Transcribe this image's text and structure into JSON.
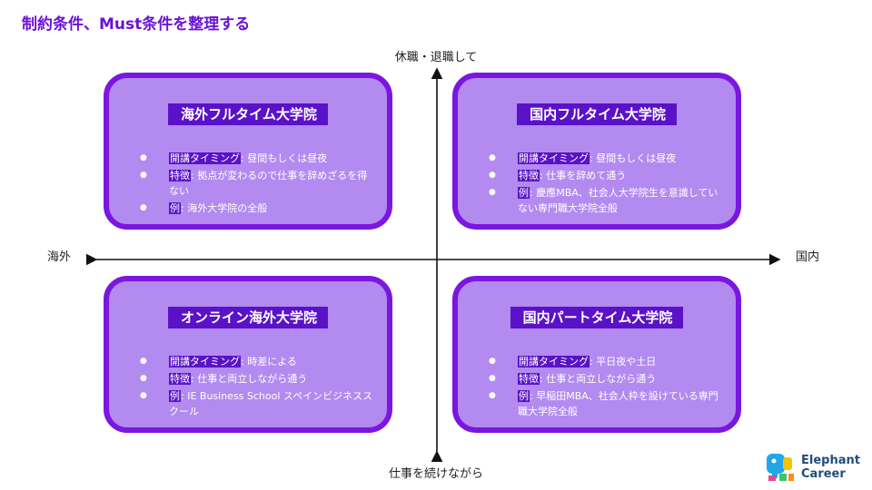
{
  "slide": {
    "title": "制約条件、Must条件を整理する"
  },
  "axes": {
    "top": "休職・退職して",
    "bottom": "仕事を続けながら",
    "left": "海外",
    "right": "国内"
  },
  "quadrants": {
    "top_left": {
      "title": "海外フルタイム大学院",
      "items": [
        {
          "label": "開講タイミング",
          "text": ": 昼間もしくは昼夜"
        },
        {
          "label": "特徴",
          "text": ": 拠点が変わるので仕事を辞めざるを得ない"
        },
        {
          "label": "例",
          "text": ": 海外大学院の全般"
        }
      ]
    },
    "top_right": {
      "title": "国内フルタイム大学院",
      "items": [
        {
          "label": "開講タイミング",
          "text": ": 昼間もしくは昼夜"
        },
        {
          "label": "特徴",
          "text": ": 仕事を辞めて通う"
        },
        {
          "label": "例",
          "text": ": 慶應MBA、社会人大学院生を意識していない専門職大学院全般"
        }
      ]
    },
    "bottom_left": {
      "title": "オンライン海外大学院",
      "items": [
        {
          "label": "開講タイミング",
          "text": ": 時差による"
        },
        {
          "label": "特徴",
          "text": ": 仕事と両立しながら通う"
        },
        {
          "label": "例",
          "text": ": IE Business School スペインビジネススクール"
        }
      ]
    },
    "bottom_right": {
      "title": "国内パートタイム大学院",
      "items": [
        {
          "label": "開講タイミング",
          "text": ": 平日夜や土日"
        },
        {
          "label": "特徴",
          "text": ": 仕事と両立しながら通う"
        },
        {
          "label": "例",
          "text": ": 早稲田MBA、社会人枠を設けている専門職大学院全般"
        }
      ]
    }
  },
  "logo": {
    "line1": "Elephant",
    "line2": "Career",
    "icon": "elephant-logo-icon"
  },
  "colors": {
    "title": "#6b12d6",
    "box_fill": "#b38af0",
    "box_border": "#7b16e0",
    "label_bg": "#5a12c8"
  }
}
